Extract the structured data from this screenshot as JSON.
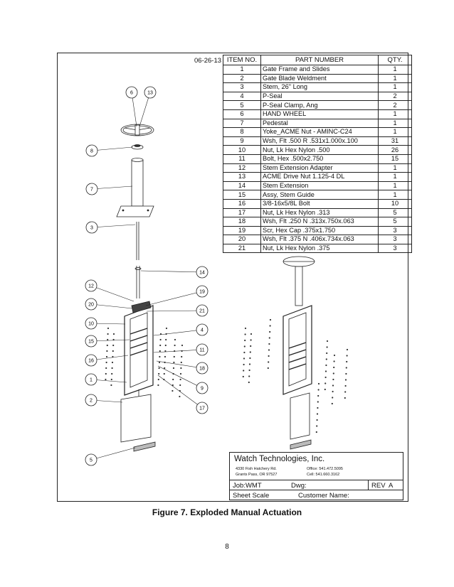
{
  "drawing": {
    "date": "06-26-13",
    "bom_headers": [
      "ITEM NO.",
      "PART NUMBER",
      "QTY."
    ],
    "bom_rows": [
      {
        "item": "1",
        "part": "Gate Frame and Slides",
        "qty": "1"
      },
      {
        "item": "2",
        "part": "Gate Blade Weldment",
        "qty": "1"
      },
      {
        "item": "3",
        "part": "Stem, 26\" Long",
        "qty": "1"
      },
      {
        "item": "4",
        "part": "P-Seal",
        "qty": "2"
      },
      {
        "item": "5",
        "part": "P-Seal Clamp, Ang",
        "qty": "2"
      },
      {
        "item": "6",
        "part": "HAND WHEEL",
        "qty": "1"
      },
      {
        "item": "7",
        "part": "Pedestal",
        "qty": "1"
      },
      {
        "item": "8",
        "part": "Yoke_ACME Nut - AMINC-C24",
        "qty": "1"
      },
      {
        "item": "9",
        "part": "Wsh, Flt .500 R .531x1.000x.100",
        "qty": "31"
      },
      {
        "item": "10",
        "part": "Nut, Lk Hex Nylon .500",
        "qty": "26"
      },
      {
        "item": "11",
        "part": "Bolt, Hex .500x2.750",
        "qty": "15"
      },
      {
        "item": "12",
        "part": "Stem Extension Adapter",
        "qty": "1"
      },
      {
        "item": "13",
        "part": "ACME Drive Nut 1.125-4 DL",
        "qty": "1"
      },
      {
        "item": "14",
        "part": "Stem Extension",
        "qty": "1"
      },
      {
        "item": "15",
        "part": "Assy, Stem Guide",
        "qty": "1"
      },
      {
        "item": "16",
        "part": "3/8-16x5/8L Bolt",
        "qty": "10"
      },
      {
        "item": "17",
        "part": "Nut, Lk Hex Nylon .313",
        "qty": "5"
      },
      {
        "item": "18",
        "part": "Wsh, Flt .250 N .313x.750x.063",
        "qty": "5"
      },
      {
        "item": "19",
        "part": "Scr, Hex Cap .375x1.750",
        "qty": "3"
      },
      {
        "item": "20",
        "part": "Wsh, Flt .375 N .406x.734x.063",
        "qty": "3"
      },
      {
        "item": "21",
        "part": "Nut, Lk Hex Nylon .375",
        "qty": "3"
      }
    ],
    "balloons": [
      "6",
      "13",
      "8",
      "7",
      "3",
      "14",
      "12",
      "19",
      "20",
      "21",
      "10",
      "4",
      "15",
      "11",
      "16",
      "18",
      "1",
      "9",
      "2",
      "17",
      "5"
    ],
    "title_block": {
      "company": "Watch Technologies, Inc.",
      "address_line1": "4330 Fish Hatchery Rd.",
      "address_line2": "Grants Pass, OR 97527",
      "office": "Office: 541.472.5095",
      "cell": "Cell: 541.660.3162",
      "job_label": "Job:WMT",
      "dwg_label": "Dwg:",
      "rev_label": "REV",
      "rev_value": "A",
      "sheet_scale_label": "Sheet Scale",
      "customer_label": "Customer Name:"
    }
  },
  "caption": "Figure 7. Exploded Manual Actuation",
  "page_number": "8"
}
